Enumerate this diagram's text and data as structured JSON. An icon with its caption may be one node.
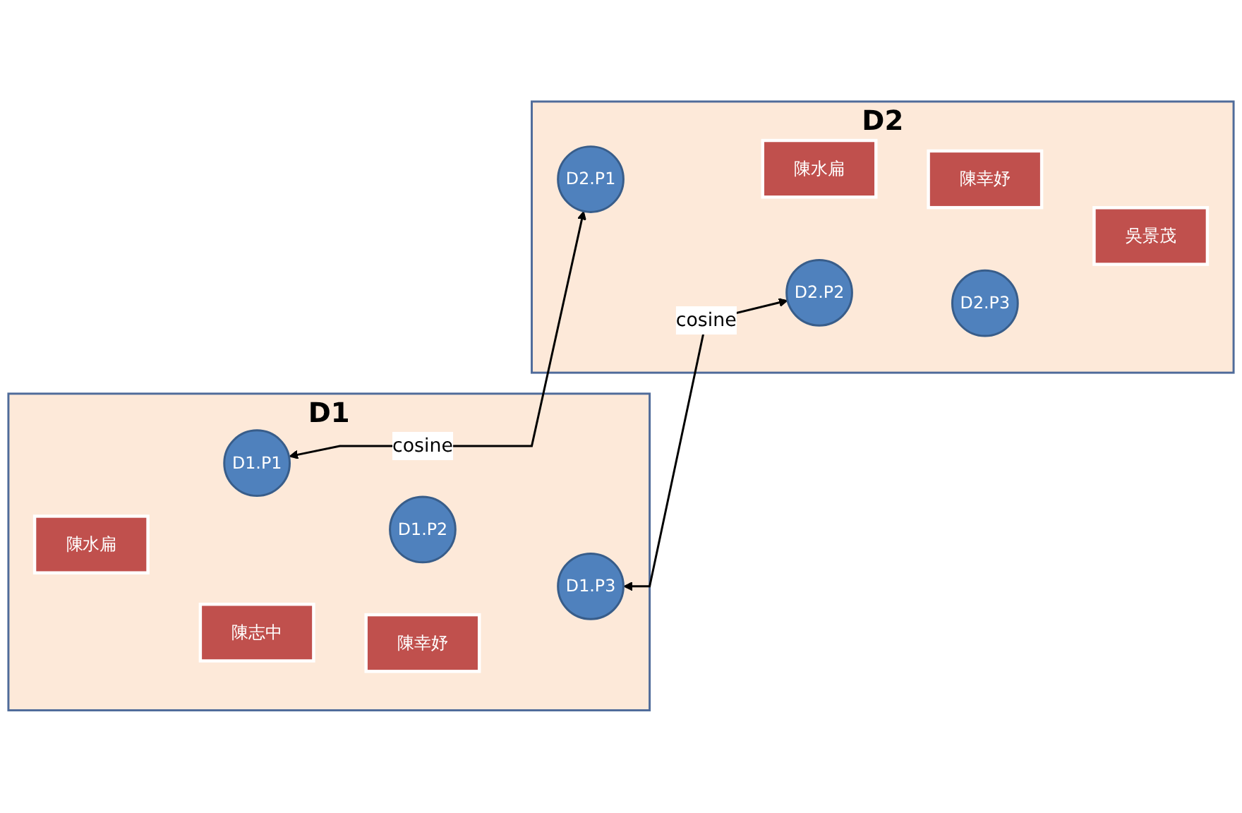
{
  "diagram": {
    "nodes": [
      {
        "text": [
          "D1"
        ]
      },
      {
        "text": [
          "陳水扁"
        ],
        "in": 0
      },
      {
        "text": [
          "D1.P1"
        ],
        "in": 0
      },
      {
        "text": [
          "陳志中"
        ],
        "in": 0
      },
      {
        "text": [
          "D1.P2"
        ],
        "in": 0
      },
      {
        "text": [
          "陳幸妤"
        ],
        "in": 0
      },
      {
        "text": [
          "D1.P3"
        ],
        "in": 0
      },
      {
        "text": [
          "D2"
        ]
      },
      {
        "text": [
          "D2.P1"
        ],
        "in": 7
      },
      {
        "text": [
          "陳水扁"
        ],
        "in": 7
      },
      {
        "text": [
          "D2.P2"
        ],
        "in": 7
      },
      {
        "text": [
          "陳幸妤"
        ],
        "in": 7
      },
      {
        "text": [
          "D2.P3"
        ],
        "in": 7
      },
      {
        "text": [
          "吳景茂"
        ],
        "in": 7
      }
    ],
    "edges": [
      {
        "from": 2,
        "to": 8,
        "arrow": "both",
        "label": "cosine"
      },
      {
        "from": 6,
        "to": 10,
        "arrow": "both",
        "label": "cosine"
      }
    ]
  }
}
